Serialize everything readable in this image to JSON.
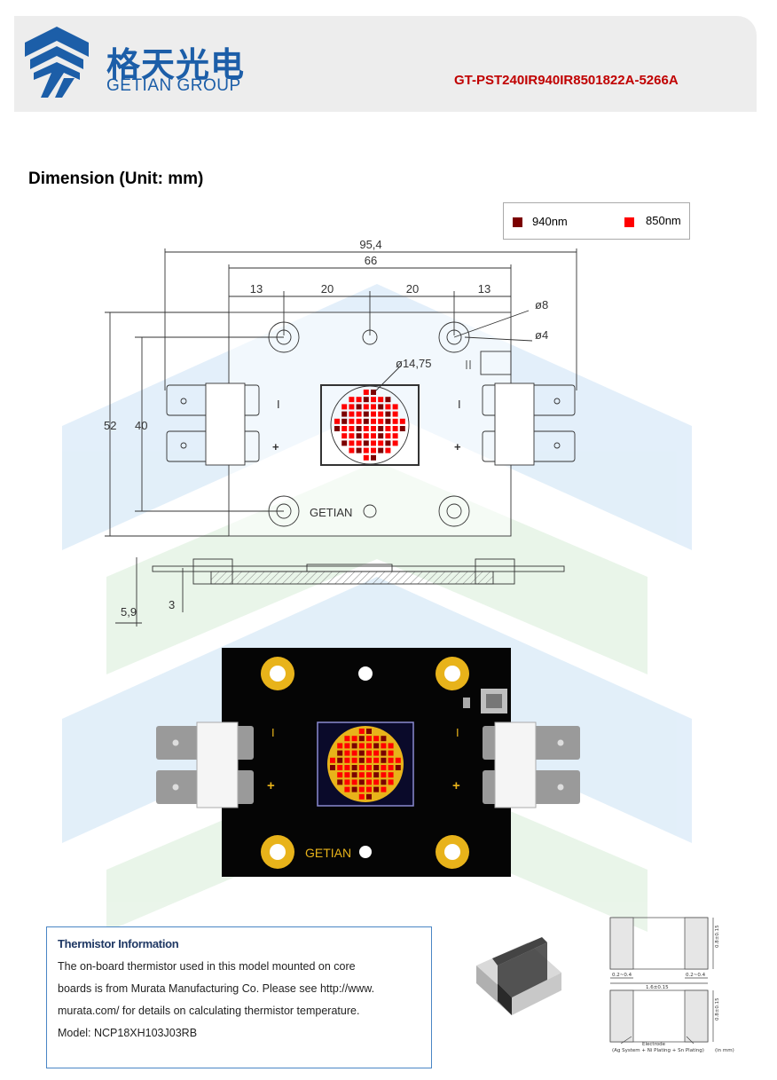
{
  "header": {
    "logo_cn": "格天光电",
    "logo_en": "GETIAN GROUP",
    "part_number": "GT-PST240IR940IR8501822A-5266A"
  },
  "section_title": "Dimension (Unit: mm)",
  "legend": [
    {
      "label": "940nm",
      "color": "#7b0000"
    },
    {
      "label": "850nm",
      "color": "#ff0000"
    }
  ],
  "drawing": {
    "overall_width": "95,4",
    "pad_span": "66",
    "seg_1": "13",
    "seg_2": "20",
    "seg_3": "20",
    "seg_4": "13",
    "hole_large": "ø8",
    "hole_small": "ø4",
    "lens_diameter": "ø14,75",
    "height_outer": "52",
    "height_inner": "40",
    "thickness_total": "5,9",
    "thickness_board": "3",
    "polarity_neg": "I",
    "polarity_pos": "+",
    "board_label": "GETIAN"
  },
  "photo": {
    "board_label": "GETIAN",
    "polarity_neg": "I",
    "polarity_pos": "+"
  },
  "thermistor": {
    "title": "Thermistor Information",
    "lines": [
      "The on-board thermistor used in this model mounted on core",
      "boards is from Murata Manufacturing Co. Please see http://www.",
      "murata.com/ for details on calculating thermistor temperature.",
      "Model: NCP18XH103J03RB"
    ],
    "diagram": {
      "dim_a": "0.2~0.4",
      "dim_b": "0.2~0.4",
      "dim_len": "1.6±0.15",
      "dim_h1": "0.8±0.15",
      "dim_h2": "0.8±0.15",
      "electrode_1": "Electrode",
      "electrode_2": "(Ag System + Ni Plating + Sn Plating)",
      "unit": "(in mm)"
    }
  }
}
